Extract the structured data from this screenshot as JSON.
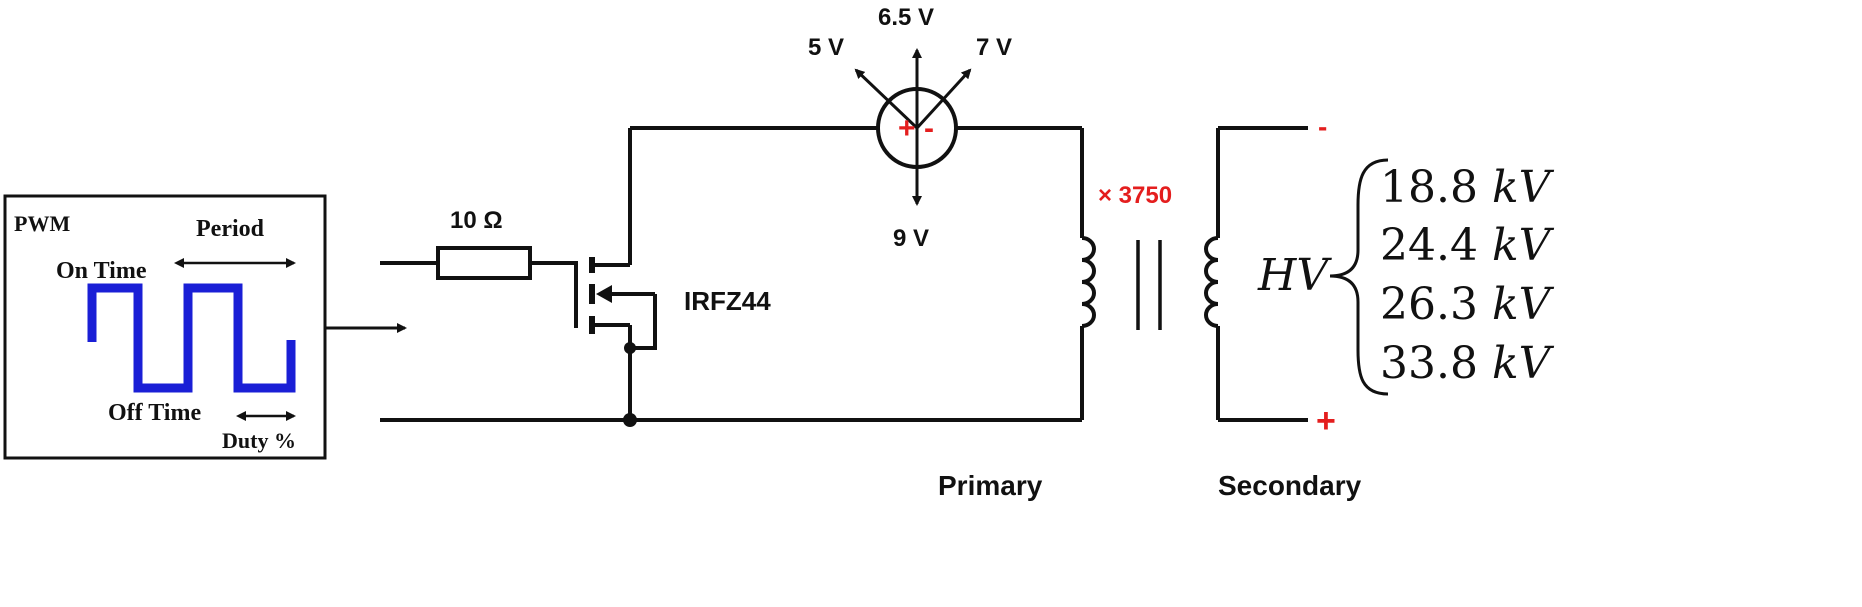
{
  "pwm_box": {
    "title": "PWM",
    "period_label": "Period",
    "on_time_label": "On Time",
    "off_time_label": "Off Time",
    "duty_label": "Duty %",
    "waveform_color": "#1a1fd6"
  },
  "resistor": {
    "label": "10 Ω"
  },
  "mosfet": {
    "label": "IRFZ44"
  },
  "supply": {
    "voltages": [
      "5 V",
      "6.5 V",
      "7 V",
      "9 V"
    ],
    "plus_symbol": "+",
    "minus_symbol": "-"
  },
  "transformer": {
    "ratio_label": "× 3750",
    "primary_label": "Primary",
    "secondary_label": "Secondary",
    "secondary_minus": "-",
    "secondary_plus": "+"
  },
  "hv_output": {
    "label_main": "HV",
    "values": [
      "18.8",
      "24.4",
      "26.3",
      "33.8"
    ],
    "unit": "kV"
  },
  "colors": {
    "wire": "#111111",
    "accent_red": "#e41e1e",
    "pwm_blue": "#1a1fd6"
  }
}
